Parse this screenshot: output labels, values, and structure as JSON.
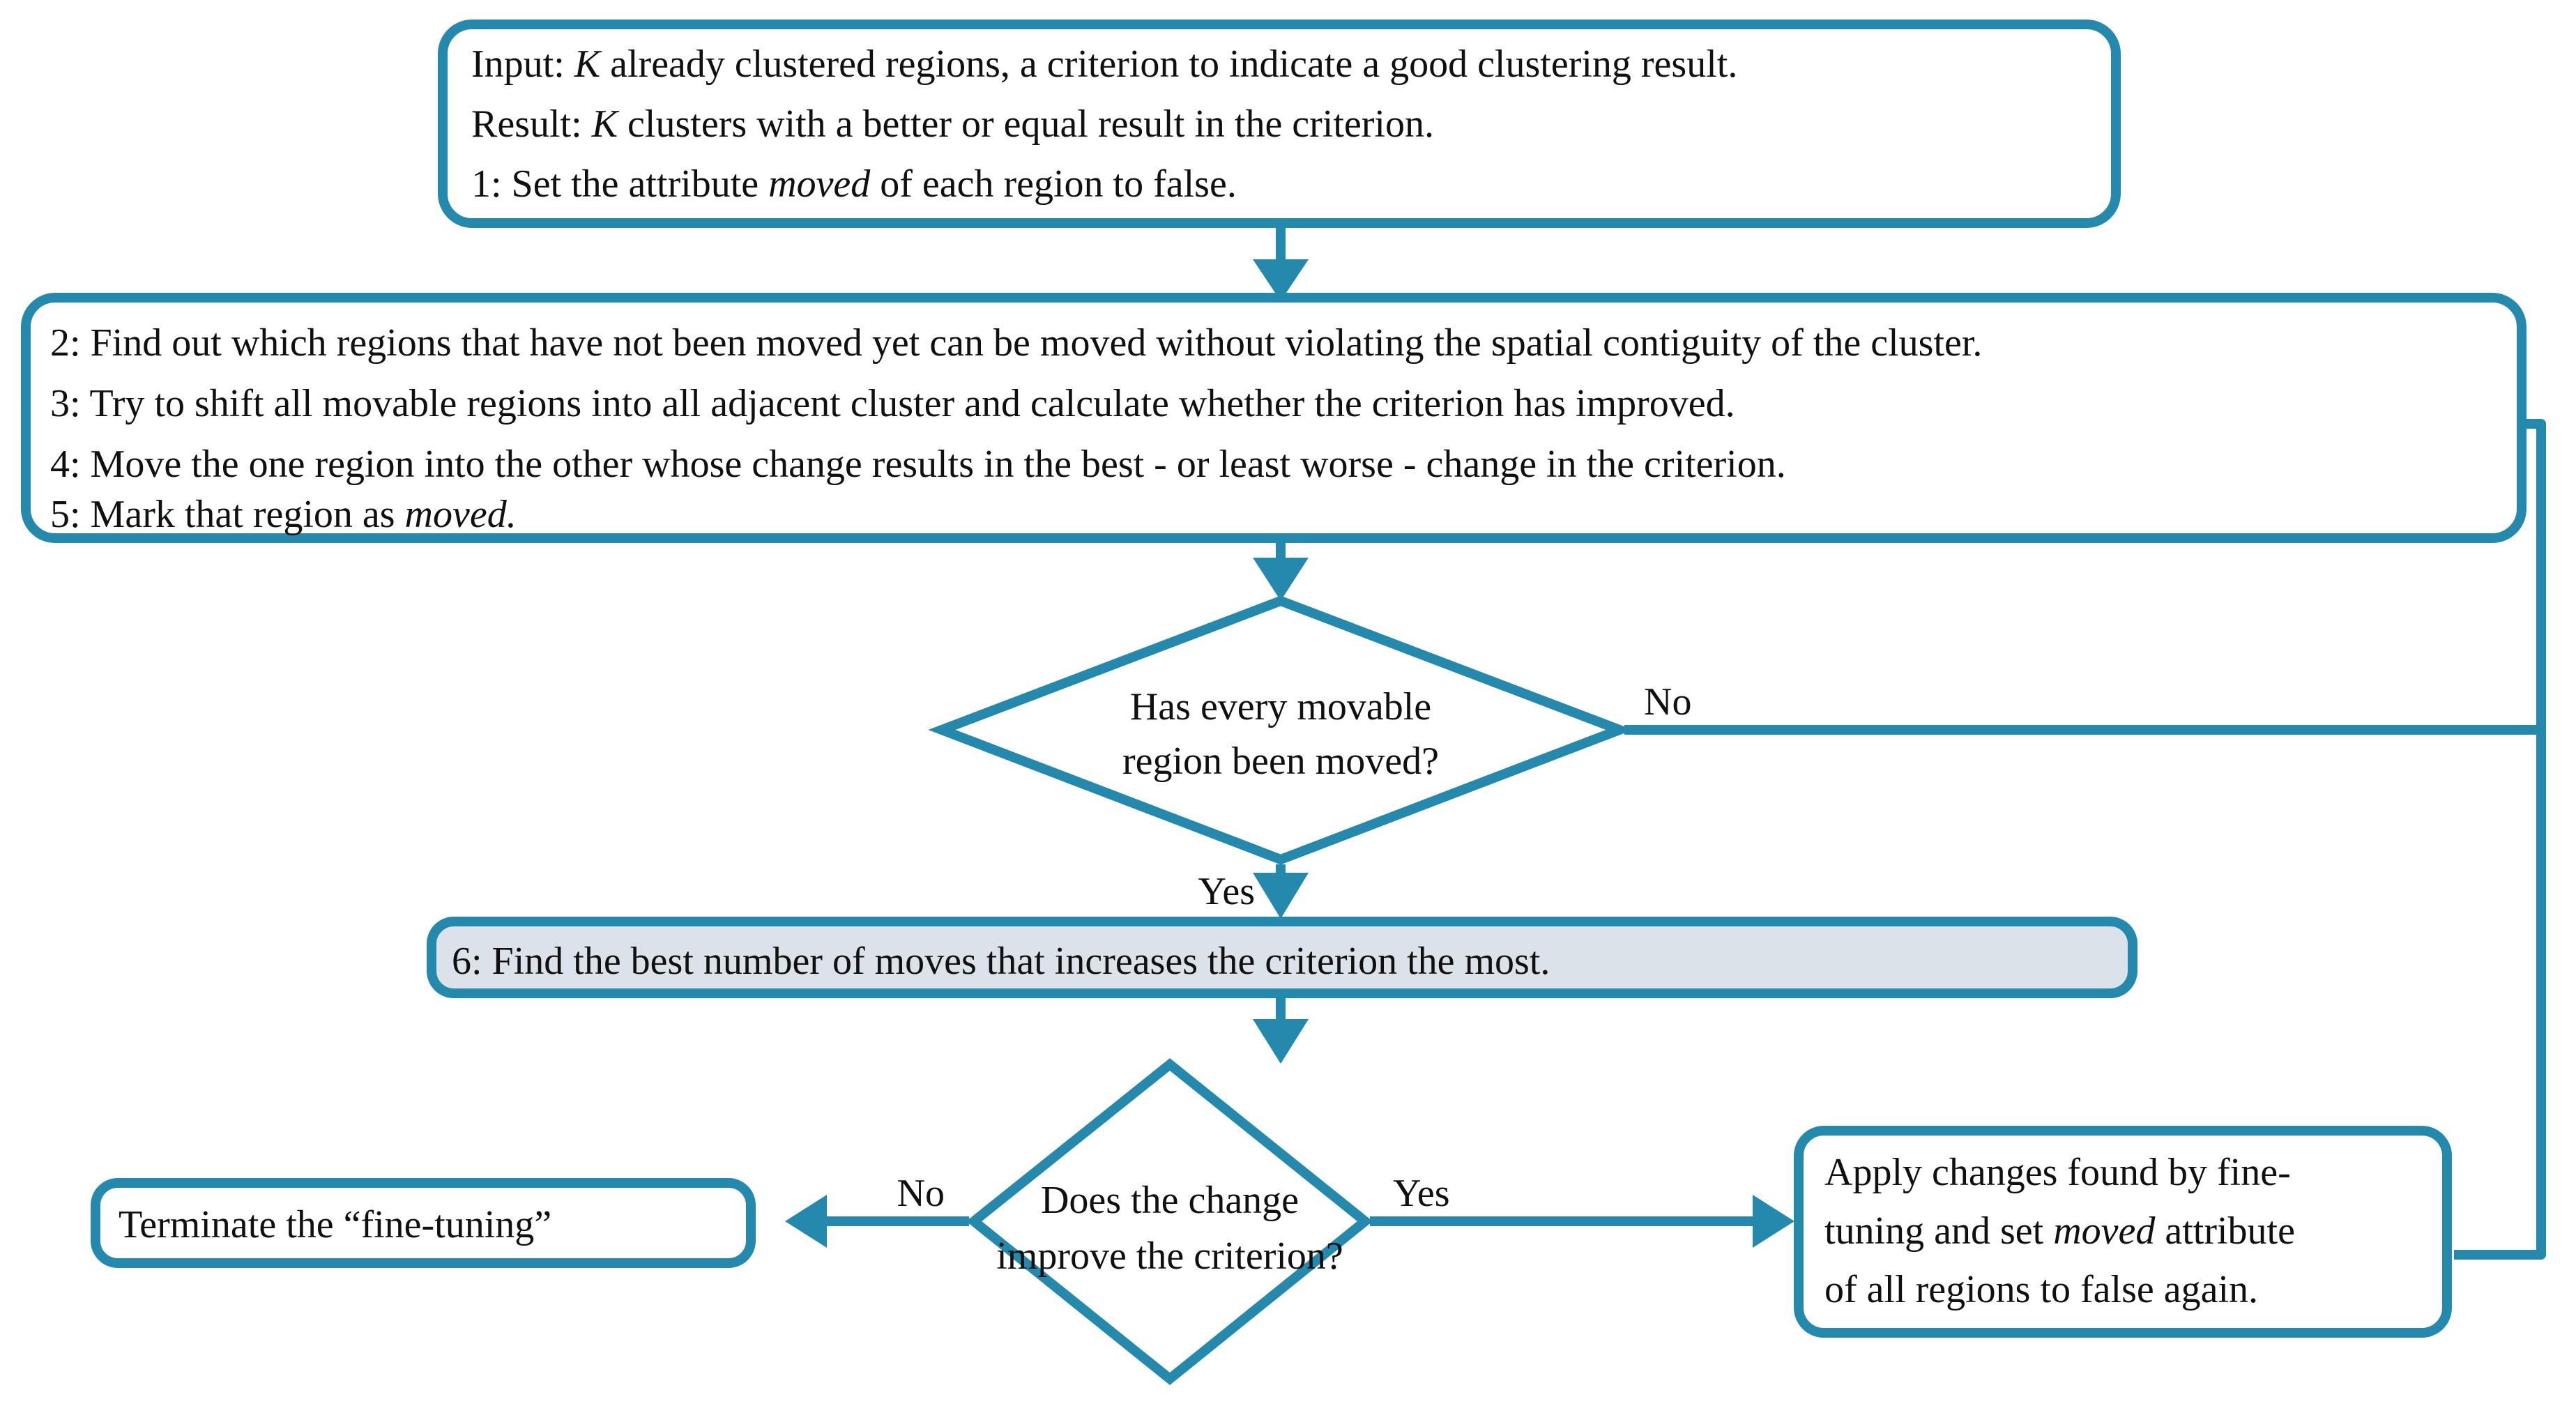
{
  "diagram": {
    "title": "Fine-tuning algorithm flowchart",
    "accent_color": "#2489ac",
    "highlight_fill": "#dce2e9",
    "background": "#ffffff",
    "text_color": "#101010"
  },
  "nodes": {
    "header_box": {
      "shape": "rounded-rectangle",
      "fill": "#ffffff",
      "lines": [
        {
          "pre": "Input: ",
          "italic": "K",
          "post": " already clustered regions, a criterion to indicate a good clustering result."
        },
        {
          "pre": "Result: ",
          "italic": "K",
          "post": " clusters with a better or equal result in the criterion."
        },
        {
          "pre": "1: Set the attribute ",
          "italic": "moved",
          "post": " of each region to false."
        }
      ],
      "line1": "Input: K already clustered regions, a criterion to indicate a good clustering result.",
      "line2": "Result: K clusters with a better or equal result in the criterion.",
      "line3": "1: Set the attribute moved of each region to false."
    },
    "steps_box": {
      "shape": "rounded-rectangle",
      "fill": "#ffffff",
      "lines": [
        {
          "pre": "2: Find out which regions that have not been moved yet can be moved without violating the spatial contiguity of the cluster.",
          "italic": "",
          "post": ""
        },
        {
          "pre": "3: Try to shift all movable regions into all adjacent cluster and calculate whether the criterion has improved.",
          "italic": "",
          "post": ""
        },
        {
          "pre": "4: Move the one region into the other whose change results in the best - or least worse - change in the criterion.",
          "italic": "",
          "post": ""
        },
        {
          "pre": "5: Mark that region as ",
          "italic": "moved.",
          "post": ""
        }
      ],
      "line1": "2: Find out which regions that have not been moved yet can be moved without violating the spatial contiguity of the cluster.",
      "line2": "3: Try to shift all movable regions into all adjacent cluster and calculate whether the criterion has improved.",
      "line3": "4: Move the one region into the other whose change results in the best - or least worse - change in the criterion.",
      "line4": "5: Mark that region as moved."
    },
    "decision_moved": {
      "shape": "diamond",
      "line1": "Has every movable",
      "line2": "region been moved?"
    },
    "step6_box": {
      "shape": "rounded-rectangle",
      "fill": "#dce2e9",
      "text": "6: Find the best number of moves that increases the criterion the most."
    },
    "decision_improve": {
      "shape": "diamond",
      "line1": "Does the change",
      "line2": "improve the criterion?"
    },
    "terminate_box": {
      "shape": "rounded-rectangle",
      "fill": "#ffffff",
      "text": "Terminate the “fine-tuning”"
    },
    "apply_box": {
      "shape": "rounded-rectangle",
      "fill": "#ffffff",
      "lines": [
        {
          "pre": "Apply changes found by fine-",
          "italic": "",
          "post": ""
        },
        {
          "pre": "tuning and set ",
          "italic": "moved",
          "post": " attribute"
        },
        {
          "pre": "of all regions to false again.",
          "italic": "",
          "post": ""
        }
      ],
      "line1": "Apply changes found by fine-",
      "line2": "tuning and set moved attribute",
      "line3": "of all regions to false again."
    }
  },
  "edges": {
    "header_to_steps": {
      "label": ""
    },
    "steps_to_decision_moved": {
      "label": ""
    },
    "decision_moved_no": {
      "label": "No"
    },
    "decision_moved_yes": {
      "label": "Yes"
    },
    "step6_to_decision_improve": {
      "label": ""
    },
    "decision_improve_no": {
      "label": "No"
    },
    "decision_improve_yes": {
      "label": "Yes"
    },
    "apply_back_to_steps": {
      "label": ""
    }
  }
}
